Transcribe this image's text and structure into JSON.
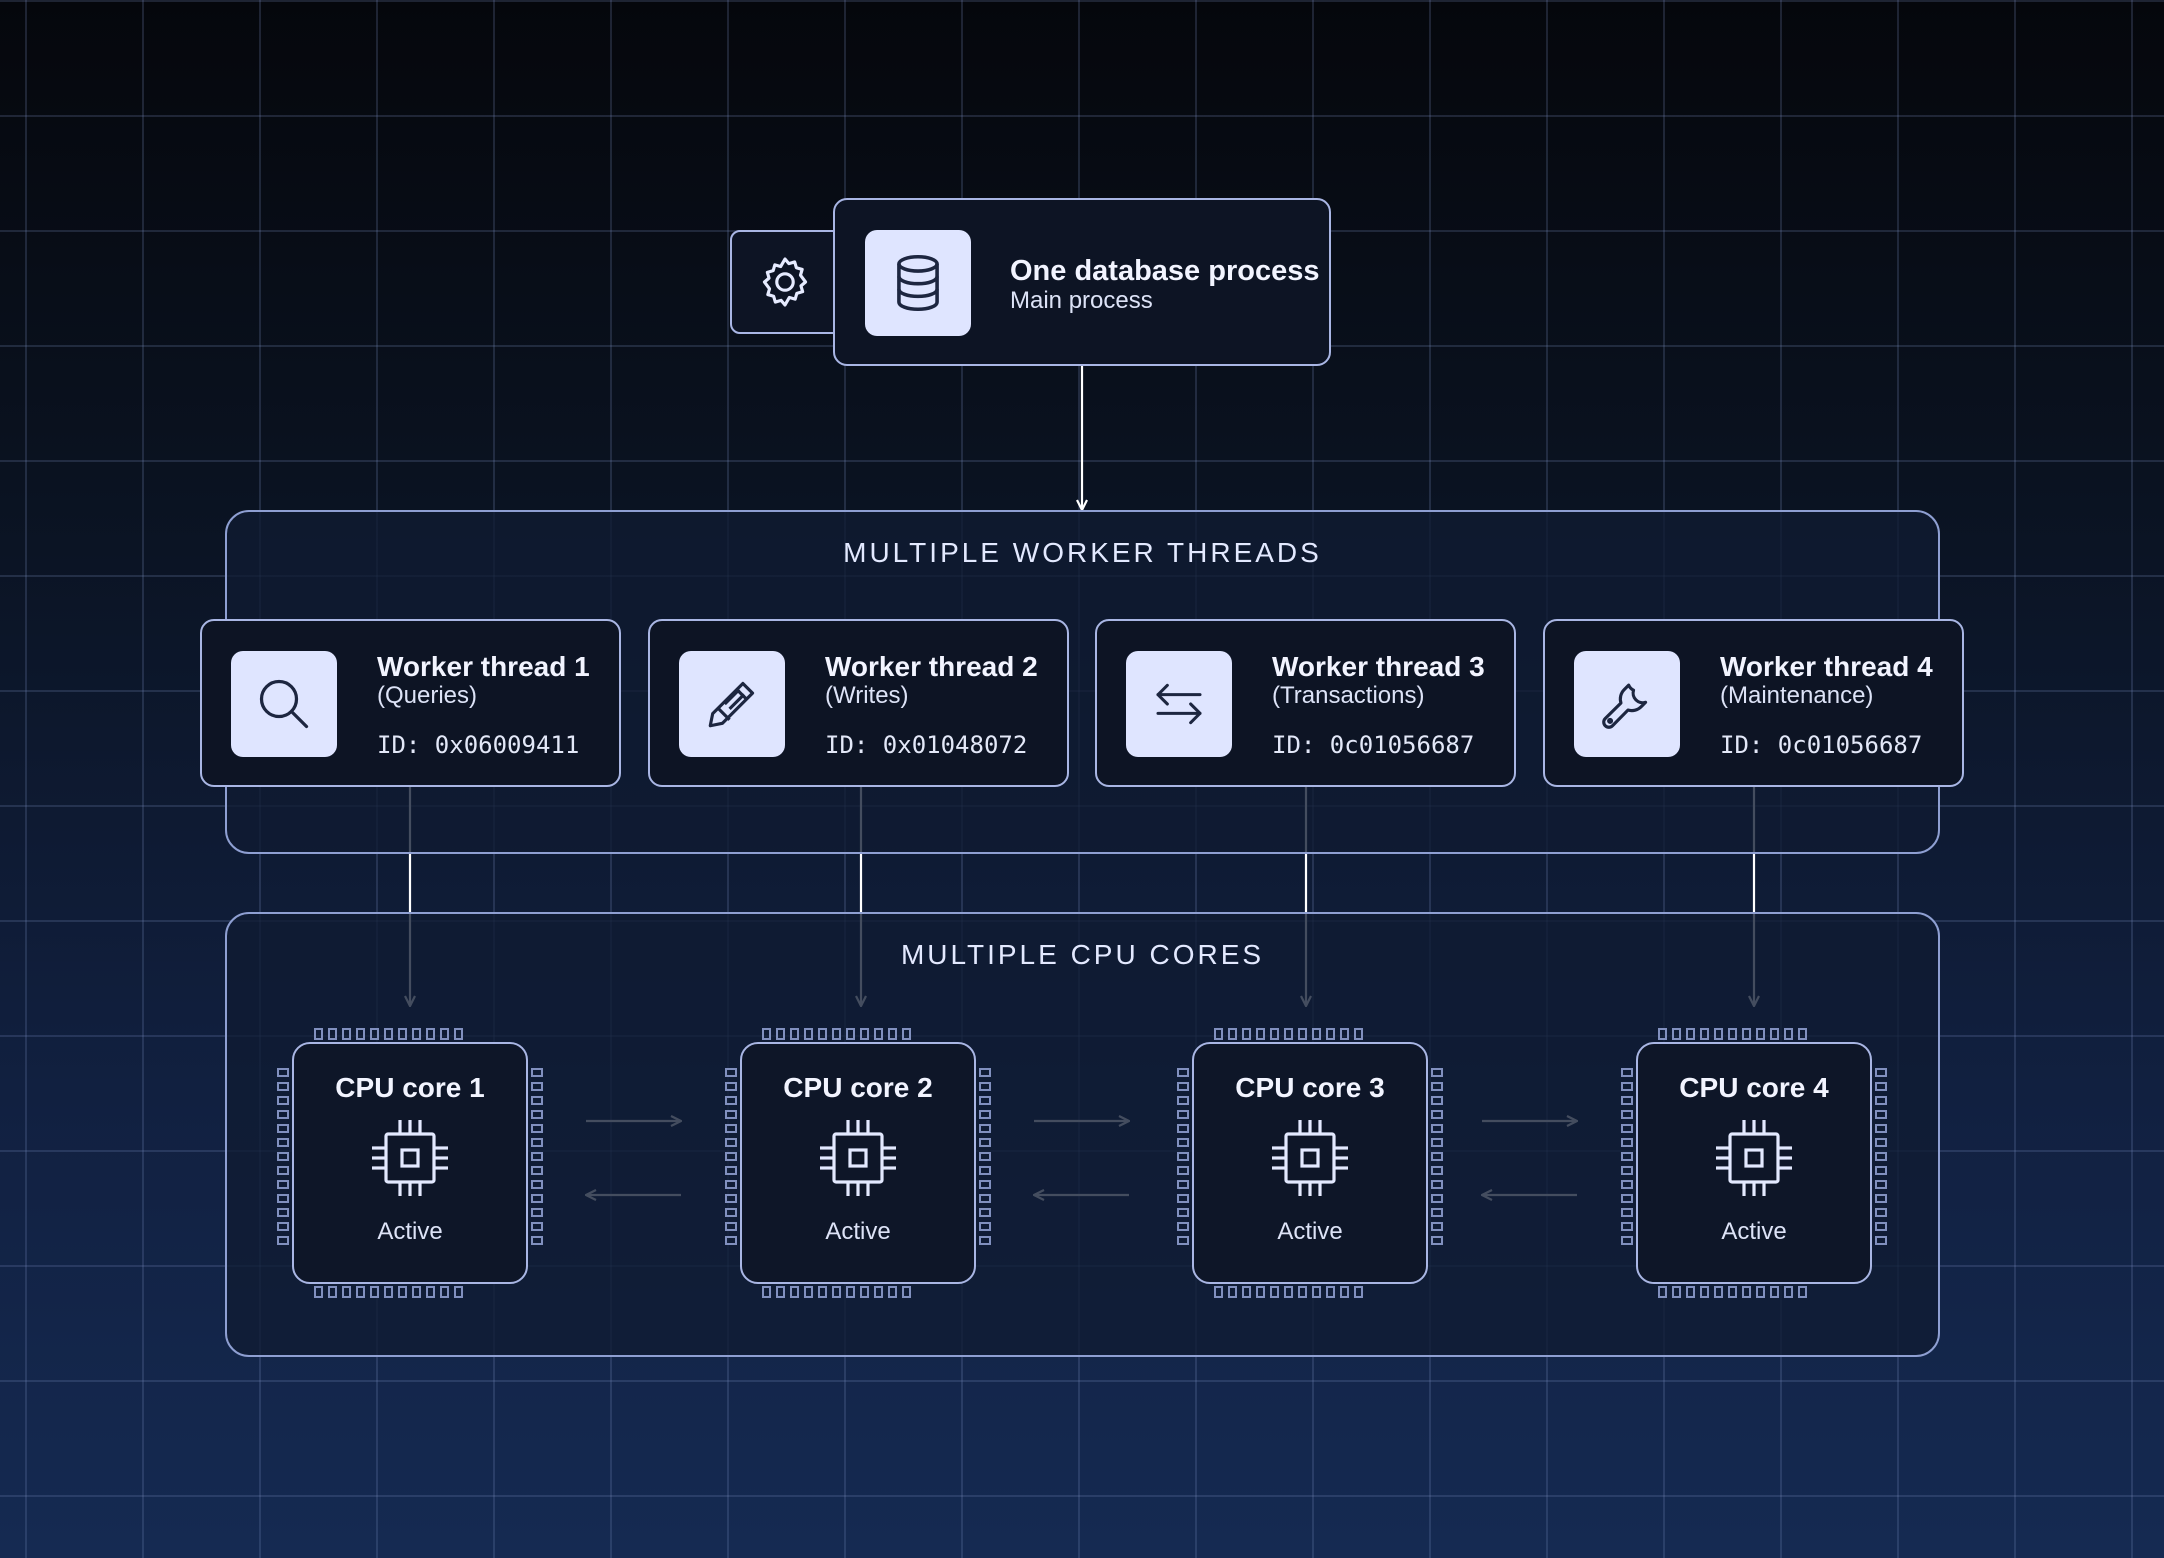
{
  "process": {
    "title": "One database process",
    "subtitle": "Main process",
    "settings_icon": "gear-icon",
    "db_icon": "database-icon"
  },
  "threads_section": {
    "title": "MULTIPLE WORKER THREADS"
  },
  "threads": [
    {
      "title": "Worker thread 1",
      "role": "(Queries)",
      "id": "ID: 0x06009411",
      "icon": "search-icon"
    },
    {
      "title": "Worker thread 2",
      "role": "(Writes)",
      "id": "ID: 0x01048072",
      "icon": "pencil-icon"
    },
    {
      "title": "Worker thread 3",
      "role": "(Transactions)",
      "id": "ID: 0c01056687",
      "icon": "transfer-arrows-icon"
    },
    {
      "title": "Worker thread 4",
      "role": "(Maintenance)",
      "id": "ID: 0c01056687",
      "icon": "wrench-icon"
    }
  ],
  "cores_section": {
    "title": "MULTIPLE CPU CORES"
  },
  "cores": [
    {
      "title": "CPU core 1",
      "status": "Active",
      "icon": "chip-icon"
    },
    {
      "title": "CPU core 2",
      "status": "Active",
      "icon": "chip-icon"
    },
    {
      "title": "CPU core 3",
      "status": "Active",
      "icon": "chip-icon"
    },
    {
      "title": "CPU core 4",
      "status": "Active",
      "icon": "chip-icon"
    }
  ],
  "colors": {
    "background_top": "#05070c",
    "background_bottom": "#152a52",
    "border": "#a9b6e4",
    "icon_tile": "#dfe5ff",
    "text": "#eef1ff"
  }
}
